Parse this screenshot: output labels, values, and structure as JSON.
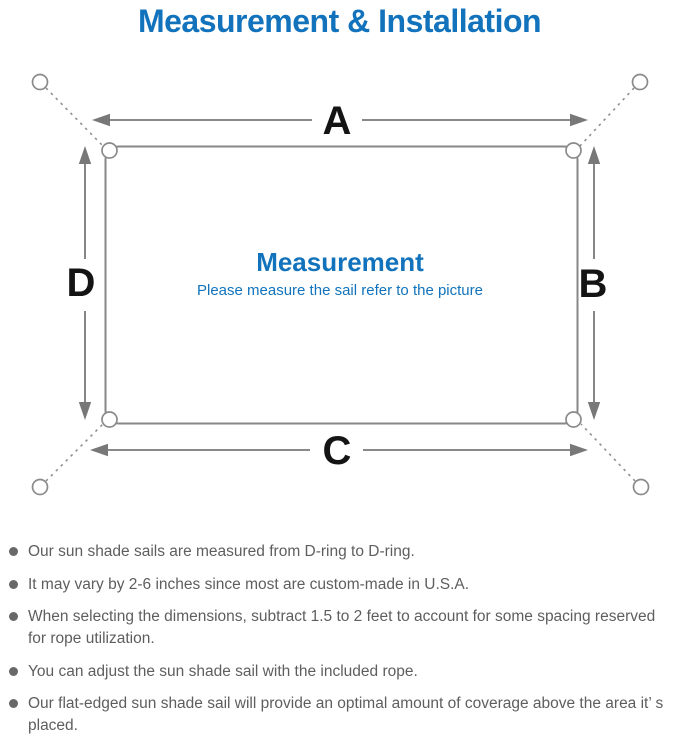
{
  "title": "Measurement & Installation",
  "colors": {
    "accent_blue": "#1273bc",
    "diagram_line_gray": "#878787",
    "dimension_label_black": "#141414",
    "note_text_gray": "#5e5e5e"
  },
  "diagram": {
    "dimension_labels": {
      "top": "A",
      "right": "B",
      "bottom": "C",
      "left": "D"
    },
    "center": {
      "heading": "Measurement",
      "caption": "Please measure the sail refer to the picture"
    }
  },
  "notes": {
    "items": [
      {
        "text": "Our sun shade sails are measured from D-ring to D-ring."
      },
      {
        "text": "It may vary by 2-6 inches since most are custom-made in U.S.A."
      },
      {
        "text": "When selecting the dimensions, subtract 1.5 to 2 feet to account for some spacing reserved for rope utilization."
      },
      {
        "text": "You can adjust the sun shade sail with the included rope."
      },
      {
        "text": "Our flat-edged sun shade sail will provide an optimal amount of coverage above the area it’ s placed."
      }
    ]
  }
}
